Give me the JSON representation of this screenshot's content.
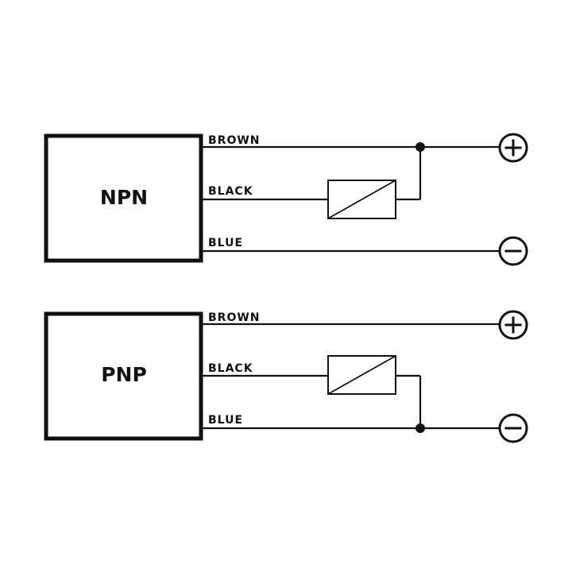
{
  "npn": {
    "title": "NPN",
    "wires": {
      "brown": "BROWN",
      "black": "BLACK",
      "blue": "BLUE"
    }
  },
  "pnp": {
    "title": "PNP",
    "wires": {
      "brown": "BROWN",
      "black": "BLACK",
      "blue": "BLUE"
    }
  },
  "terminals": {
    "positive_icon": "plus-circle-icon",
    "negative_icon": "minus-circle-icon"
  }
}
